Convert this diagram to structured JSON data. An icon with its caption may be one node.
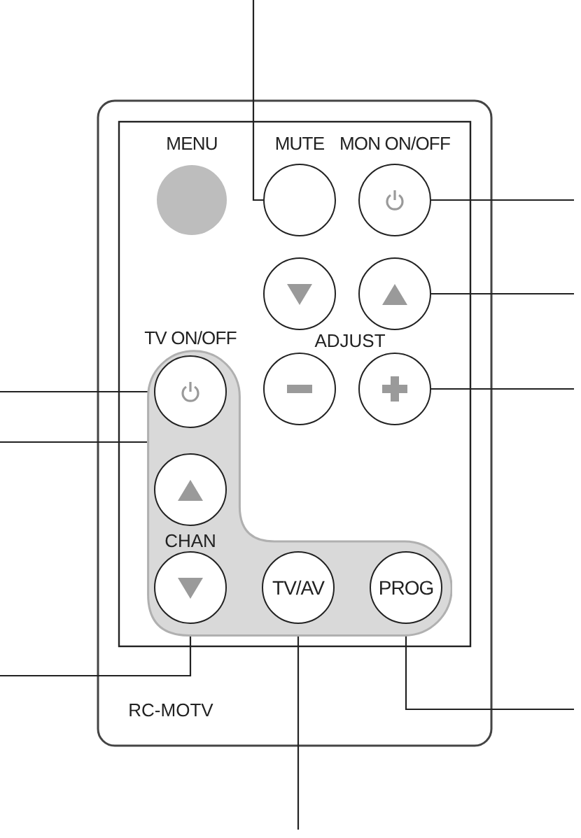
{
  "diagram": {
    "nodes": [
      {
        "text": [
          "MENU"
        ]
      },
      {
        "text": [
          "MUTE"
        ]
      },
      {
        "text": [
          "MON ON/OFF"
        ]
      },
      {
        "text": [],
        "shape": "circle"
      },
      {
        "text": [],
        "shape": "circle"
      },
      {
        "text": [],
        "shape": "box"
      },
      {
        "text": [
          "TV ON/OFF"
        ],
        "in": 5
      },
      {
        "text": [],
        "shape": "circle"
      },
      {
        "text": [],
        "shape": "circle"
      },
      {
        "text": [],
        "shape": "circle",
        "in": 5
      },
      {
        "text": [],
        "shape": "circle",
        "in": 5
      },
      {
        "text": [
          "TV/AV"
        ],
        "in": 5
      },
      {
        "text": [
          "PROG"
        ],
        "in": 5
      }
    ],
    "edges": [
      {
        "from": null,
        "to": 1,
        "arrow": "none"
      },
      {
        "from": null,
        "to": 2,
        "arrow": "none"
      },
      {
        "from": null,
        "to": 4,
        "arrow": "none"
      },
      {
        "from": null,
        "to": 8,
        "arrow": "none"
      },
      {
        "from": null,
        "to": 6,
        "arrow": "none"
      },
      {
        "from": null,
        "to": 5,
        "arrow": "none"
      },
      {
        "from": null,
        "to": 10,
        "arrow": "none"
      },
      {
        "from": null,
        "to": 11,
        "arrow": "none"
      },
      {
        "from": null,
        "to": 12,
        "arrow": "none"
      }
    ],
    "labels": [
      "ADJUST",
      "CHAN",
      "RC-MOTV"
    ]
  }
}
